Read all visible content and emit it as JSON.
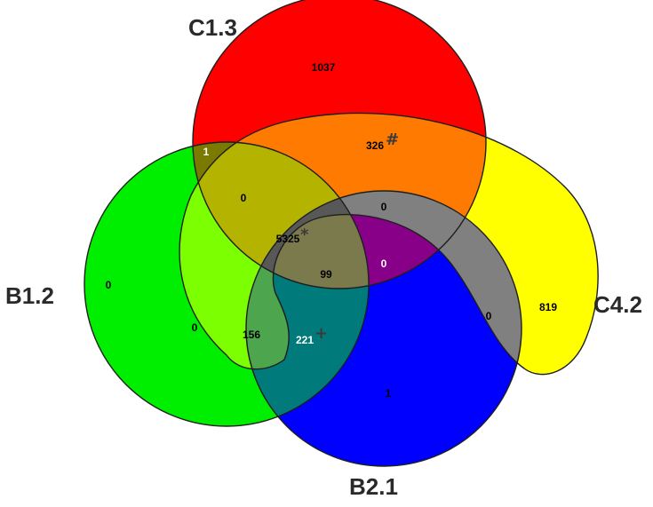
{
  "sets": {
    "c13": {
      "label": "C1.3",
      "color": "#ff0000"
    },
    "b12": {
      "label": "B1.2",
      "color": "#00ee00"
    },
    "c42": {
      "label": "C4.2",
      "color": "#ffff00"
    },
    "b21": {
      "label": "B2.1",
      "color": "#0000ff"
    }
  },
  "regions": {
    "c13_only": "1037",
    "c13_c42": "326",
    "c13_b12": "1",
    "c13_b12_c42": "0",
    "c13_c42_b21": "0",
    "all_four": "5325",
    "b12_c42_b21_c13": "99",
    "c13_b21": "0",
    "b12_only": "0",
    "b12_c42": "0",
    "b12_c42_b21": "156",
    "b12_b21": "221",
    "c42_b21": "0",
    "c42_only": "819",
    "b21_only": "1"
  },
  "marks": {
    "hash": "#",
    "asterisk": "*",
    "plus": "+"
  }
}
